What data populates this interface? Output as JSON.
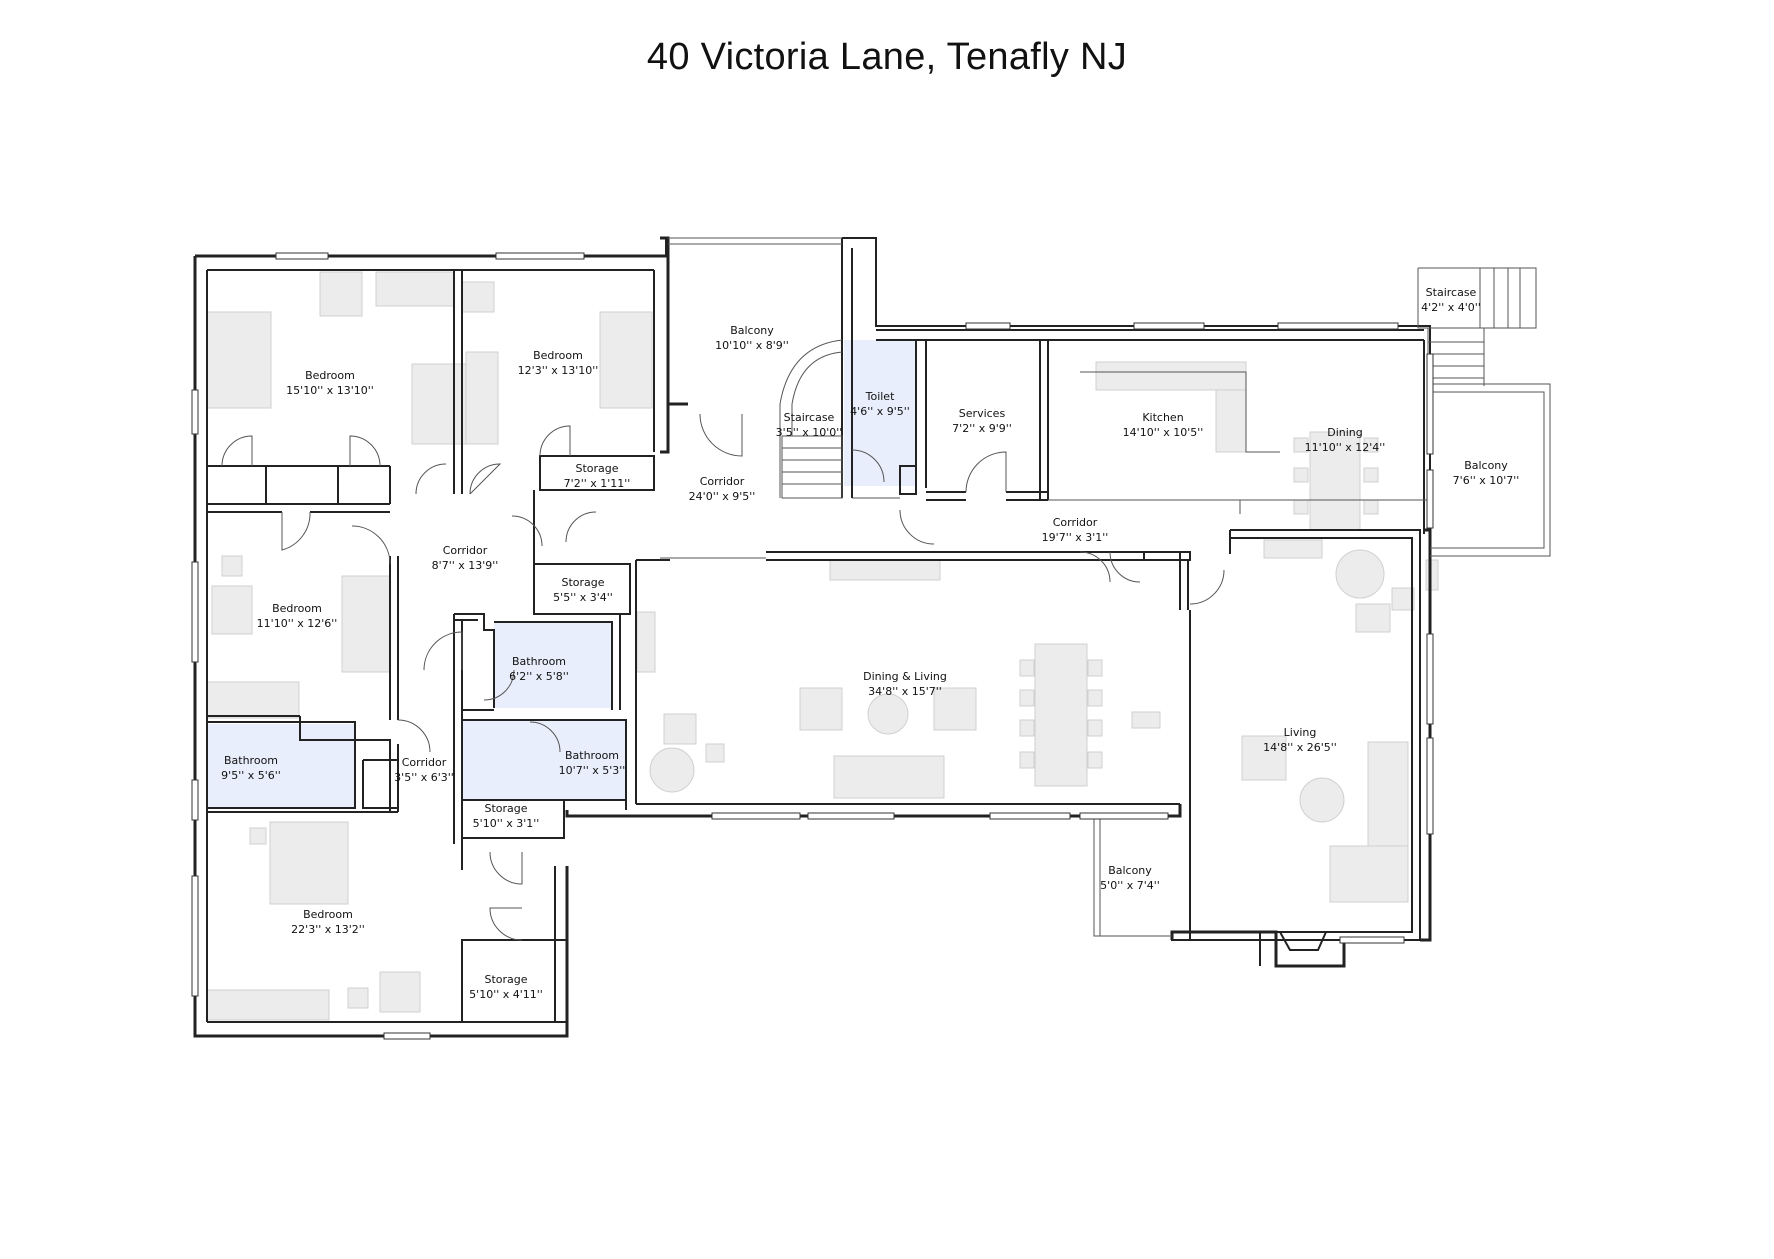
{
  "title": "40 Victoria Lane, Tenafly NJ",
  "rooms": [
    {
      "name": "Bedroom",
      "size": "15'10'' x 13'10''"
    },
    {
      "name": "Bedroom",
      "size": "12'3'' x 13'10''"
    },
    {
      "name": "Balcony",
      "size": "10'10'' x 8'9''"
    },
    {
      "name": "Storage",
      "size": "7'2'' x 1'11''"
    },
    {
      "name": "Staircase",
      "size": "3'5'' x 10'0''"
    },
    {
      "name": "Toilet",
      "size": "4'6'' x 9'5''"
    },
    {
      "name": "Services",
      "size": "7'2'' x 9'9''"
    },
    {
      "name": "Kitchen",
      "size": "14'10'' x 10'5''"
    },
    {
      "name": "Dining",
      "size": "11'10'' x 12'4''"
    },
    {
      "name": "Staircase",
      "size": "4'2'' x 4'0''"
    },
    {
      "name": "Balcony",
      "size": "7'6'' x 10'7''"
    },
    {
      "name": "Corridor",
      "size": "24'0'' x 9'5''"
    },
    {
      "name": "Corridor",
      "size": "19'7'' x 3'1''"
    },
    {
      "name": "Corridor",
      "size": "8'7'' x 13'9''"
    },
    {
      "name": "Bedroom",
      "size": "11'10'' x 12'6''"
    },
    {
      "name": "Storage",
      "size": "5'5'' x 3'4''"
    },
    {
      "name": "Bathroom",
      "size": "6'2'' x 5'8''"
    },
    {
      "name": "Dining & Living",
      "size": "34'8'' x 15'7''"
    },
    {
      "name": "Living",
      "size": "14'8'' x 26'5''"
    },
    {
      "name": "Bathroom",
      "size": "9'5'' x 5'6''"
    },
    {
      "name": "Corridor",
      "size": "3'5'' x 6'3''"
    },
    {
      "name": "Bathroom",
      "size": "10'7'' x 5'3''"
    },
    {
      "name": "Storage",
      "size": "5'10'' x 3'1''"
    },
    {
      "name": "Balcony",
      "size": "5'0'' x 7'4''"
    },
    {
      "name": "Bedroom",
      "size": "22'3'' x 13'2''"
    },
    {
      "name": "Storage",
      "size": "5'10'' x 4'11''"
    }
  ]
}
